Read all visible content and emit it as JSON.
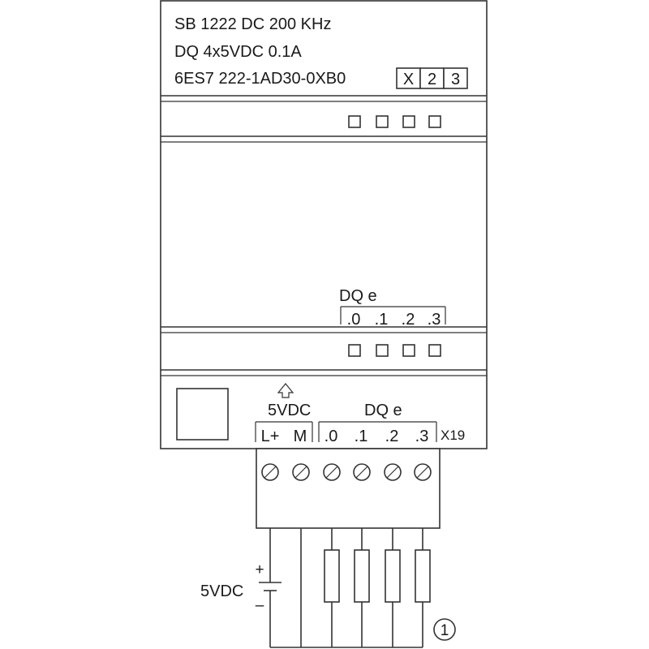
{
  "module": {
    "title": "SB 1222 DC 200 KHz",
    "spec": "DQ 4x5VDC  0.1A",
    "order_number": "6ES7 222-1AD30-0XB0",
    "slot_markers": [
      "X",
      "2",
      "3"
    ]
  },
  "led_panel_top": {
    "led_count": 4
  },
  "led_panel_bottom": {
    "group_label": "DQ e",
    "channels": [
      ".0",
      ".1",
      ".2",
      ".3"
    ],
    "led_count": 4
  },
  "connector": {
    "arrow_icon": "up-arrow-icon",
    "supply_label": "5VDC",
    "output_group_label": "DQ e",
    "terminals": [
      "L+",
      "M",
      ".0",
      ".1",
      ".2",
      ".3"
    ],
    "connector_id": "X19",
    "screw_count": 6
  },
  "wiring": {
    "source_label": "5VDC",
    "plus_sign": "+",
    "minus_sign": "–",
    "load_count": 4,
    "footnote_marker": "1"
  },
  "colors": {
    "line": "#333333",
    "background": "#ffffff"
  }
}
